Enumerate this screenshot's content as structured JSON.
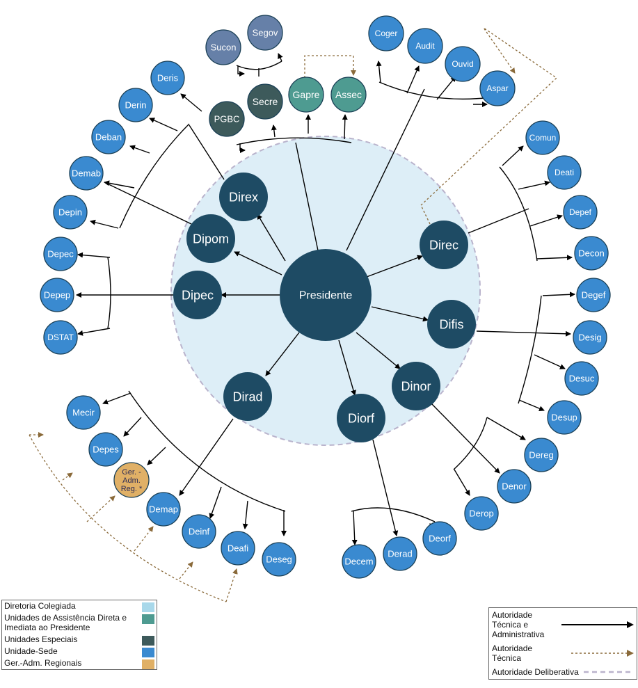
{
  "center": {
    "label": "Presidente"
  },
  "directorates": {
    "direx": "Direx",
    "dipom": "Dipom",
    "dipec": "Dipec",
    "dirad": "Dirad",
    "diorf": "Diorf",
    "dinor": "Dinor",
    "difis": "Difis",
    "direc": "Direc"
  },
  "units": {
    "pgbc": "PGBC",
    "secre": "Secre",
    "gapre": "Gapre",
    "assec": "Assec",
    "sucon": "Sucon",
    "segov": "Segov",
    "coger": "Coger",
    "audit": "Audit",
    "ouvid": "Ouvid",
    "aspar": "Aspar",
    "deris": "Deris",
    "derin": "Derin",
    "deban": "Deban",
    "demab": "Demab",
    "depin": "Depin",
    "depec": "Depec",
    "depep": "Depep",
    "dstat": "DSTAT",
    "comun": "Comun",
    "deati": "Deati",
    "depef": "Depef",
    "decon": "Decon",
    "degef": "Degef",
    "desig": "Desig",
    "desuc": "Desuc",
    "desup": "Desup",
    "dereg": "Dereg",
    "denor": "Denor",
    "derop": "Derop",
    "deorf": "Deorf",
    "derad": "Derad",
    "decem": "Decem",
    "mecir": "Mecir",
    "depes": "Depes",
    "gerreg": [
      "Ger. -",
      "Adm.",
      "Reg. *"
    ],
    "demap": "Demap",
    "deinf": "Deinf",
    "deafi": "Deafi",
    "deseg": "Deseg"
  },
  "colors": {
    "directorate": "#1e4b64",
    "sede": "#3a8ad0",
    "assist": "#4e9b91",
    "special": "#3d5a5b",
    "regional": "#e0b066",
    "sucon": "#6680a8",
    "circle_fill": "#ddeef7",
    "tech_arrow": "#8a6a3a"
  },
  "legend_left": [
    {
      "label": "Diretoria Colegiada",
      "color": "#a8d8ea"
    },
    {
      "label": "Unidades de Assistência Direta e Imediata ao Presidente",
      "color": "#4e9b91"
    },
    {
      "label": "Unidades Especiais",
      "color": "#3d5a5b"
    },
    {
      "label": "Unidade-Sede",
      "color": "#3a8ad0"
    },
    {
      "label": "Ger.-Adm. Regionais",
      "color": "#e0b066"
    }
  ],
  "legend_right": [
    {
      "label": "Autoridade Técnica e Administrativa",
      "style": "solid-arrow"
    },
    {
      "label": "Autoridade Técnica",
      "style": "dotted-arrow"
    },
    {
      "label": "Autoridade Deliberativa",
      "style": "dashed"
    }
  ]
}
